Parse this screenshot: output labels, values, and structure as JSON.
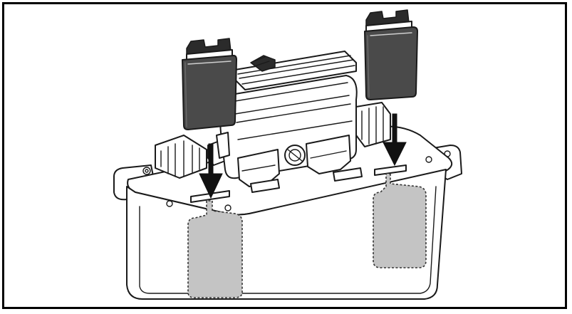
{
  "diagram": {
    "subject": "clip-installation",
    "colors": {
      "border": "#000000",
      "background": "#ffffff",
      "clip_fill": "#4a4a4a",
      "target_zone_fill": "#c4c4c4",
      "arrow": "#111111"
    },
    "clips": [
      {
        "id": "clip-left"
      },
      {
        "id": "clip-right"
      }
    ],
    "arrows": [
      {
        "id": "arrow-left",
        "direction": "down"
      },
      {
        "id": "arrow-right",
        "direction": "down"
      }
    ],
    "target_zones": [
      {
        "id": "zone-left",
        "style": "dashed"
      },
      {
        "id": "zone-right",
        "style": "dashed"
      }
    ]
  }
}
